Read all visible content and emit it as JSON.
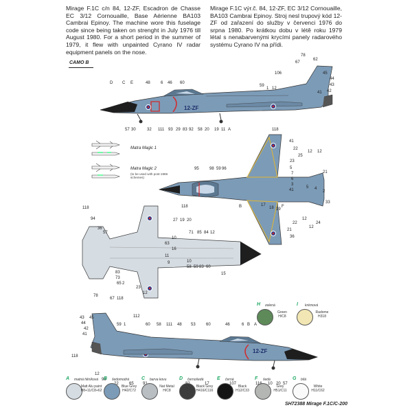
{
  "texts": {
    "en": "Mirage F.1C c/n 84, 12-ZF, Escadron de Chasse EC 3/12 Cornouaille, Base Aérienne BA103 Cambrai Epinoy. The machine wore this fuselage code since being taken on strenght in July 1976 till August 1980. For a short period in the summer of 1979, it flew with unpainted Cyrano IV radar equipment panels on the nose.",
    "cz": "Mirage F.1C výr.č. 84, 12-ZF, EC 3/12 Cornouaille, BA103 Cambrai Epinoy. Stroj nesl trupový kód 12-ZF od zařazení do služby v červenci 1976 do srpna 1980. Po krátkou dobu v létě roku 1979 létal s nenabarvenými krycími panely radarového systému Cyrano IV na přídi."
  },
  "camo_label": "CAMO B",
  "code": "12-ZF",
  "missiles": {
    "magic1": "Matra Magic 1",
    "magic2": "Matra Magic 2",
    "magic2_note": "(to be used with post-1986 schemes)"
  },
  "profile1_labels": [
    "D",
    "C",
    "E",
    "48",
    "6",
    "46",
    "60",
    "78",
    "62",
    "67",
    "106",
    "45",
    "44",
    "43",
    "42",
    "41",
    "12",
    "59",
    "1",
    "57",
    "30",
    "32",
    "111",
    "93",
    "29",
    "83",
    "92",
    "58",
    "20",
    "19",
    "11",
    "A",
    "118"
  ],
  "top_labels": [
    "95",
    "98",
    "59",
    "96",
    "118",
    "41",
    "22",
    "25",
    "12",
    "12",
    "21",
    "23",
    "5",
    "7",
    "6",
    "3",
    "5",
    "4",
    "2",
    "33",
    "41",
    "B",
    "17",
    "18",
    "19",
    "F",
    "12",
    "22",
    "24",
    "12",
    "21",
    "36"
  ],
  "under_labels": [
    "118",
    "94",
    "36",
    "57",
    "27",
    "19",
    "20",
    "71",
    "85",
    "84",
    "12",
    "10",
    "63",
    "16",
    "11",
    "9",
    "83",
    "73",
    "65",
    "2",
    "23",
    "12",
    "58",
    "59",
    "83",
    "60",
    "10",
    "15",
    "118"
  ],
  "profile2_labels": [
    "78",
    "67",
    "43",
    "45",
    "44",
    "42",
    "41",
    "112",
    "59",
    "1",
    "60",
    "58",
    "111",
    "48",
    "53",
    "60",
    "46",
    "6",
    "B",
    "A",
    "118",
    "12",
    "98",
    "22",
    "65",
    "91",
    "82",
    "17",
    "107",
    "116",
    "10",
    "20",
    "57"
  ],
  "swatches_top": [
    {
      "letter": "H",
      "cz": "zelená",
      "en1": "Green",
      "en2": "H/C8",
      "color": "#5e8a5a"
    },
    {
      "letter": "I",
      "cz": "krémová",
      "en1": "Radome",
      "en2": "H318",
      "color": "#f2e7b4"
    }
  ],
  "swatches": [
    {
      "letter": "A",
      "cz": "matná hliníková",
      "en1": "Matt Alu paint",
      "en2": "H8+11/C8+62",
      "color": "#d5dce2"
    },
    {
      "letter": "B",
      "cz": "šedomodrá",
      "en1": "Blue Grey",
      "en2": "H42/C72",
      "color": "#7c9bb7"
    },
    {
      "letter": "C",
      "cz": "barva kovu",
      "en1": "Nat Metal",
      "en2": "H/C8",
      "color": "#b9bec3"
    },
    {
      "letter": "D",
      "cz": "černošedá",
      "en1": "Black Grey",
      "en2": "H416/C116",
      "color": "#3c3c3c"
    },
    {
      "letter": "E",
      "cz": "černá",
      "en1": "Black",
      "en2": "H12/C33",
      "color": "#141414"
    },
    {
      "letter": "F",
      "cz": "šedá",
      "en1": "Grey",
      "en2": "H51/C11",
      "color": "#b3b6b3"
    },
    {
      "letter": "G",
      "cz": "bílá",
      "en1": "White",
      "en2": "H11/C62",
      "color": "#fafafa"
    }
  ],
  "footer": "SH72388 Mirage F.1C/C-200",
  "colors": {
    "aircraft": "#7c9bb7",
    "aircraft_light": "#9db4cb",
    "radome": "#1e1e1e",
    "yellow": "#e4b62c",
    "red": "#d32a2a"
  }
}
